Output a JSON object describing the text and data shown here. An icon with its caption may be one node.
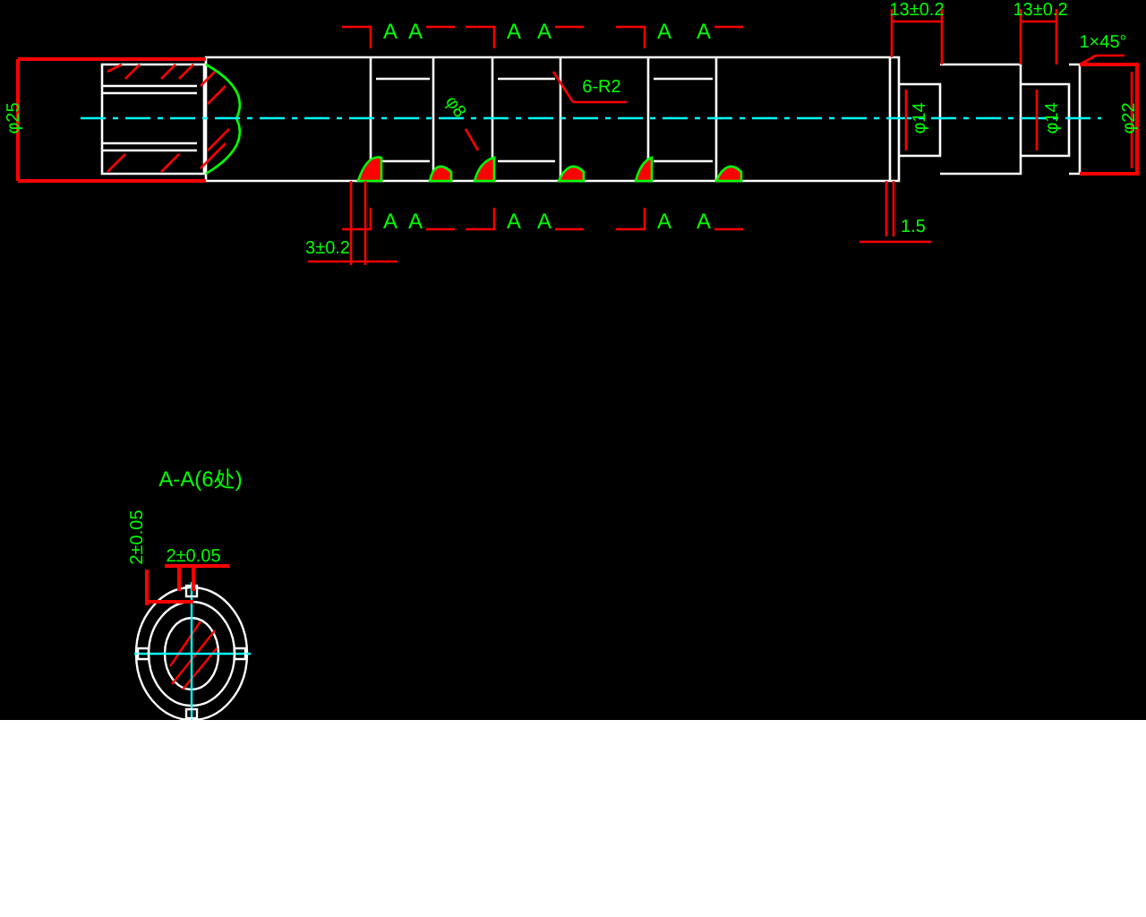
{
  "diagram": {
    "nodes": [
      {
        "text": [
          "6-R2"
        ]
      },
      {
        "text": [
          "φ8"
        ]
      },
      {
        "text": [
          "1×45°"
        ]
      }
    ],
    "edges": [
      {
        "from": 0,
        "to": null,
        "arrow": "none"
      },
      {
        "from": 1,
        "to": null,
        "arrow": "none"
      },
      {
        "from": 2,
        "to": null,
        "arrow": "none"
      }
    ],
    "labels": [
      "A",
      "A",
      "A",
      "A",
      "A",
      "A",
      "13±0.2",
      "13±0.2",
      "φ25",
      "φ14",
      "φ14",
      "φ22",
      "A",
      "A",
      "A",
      "A",
      "A",
      "A",
      "3±0.2",
      "1.5",
      "A-A(6处)",
      "2±0.05",
      "2±0.05"
    ]
  }
}
